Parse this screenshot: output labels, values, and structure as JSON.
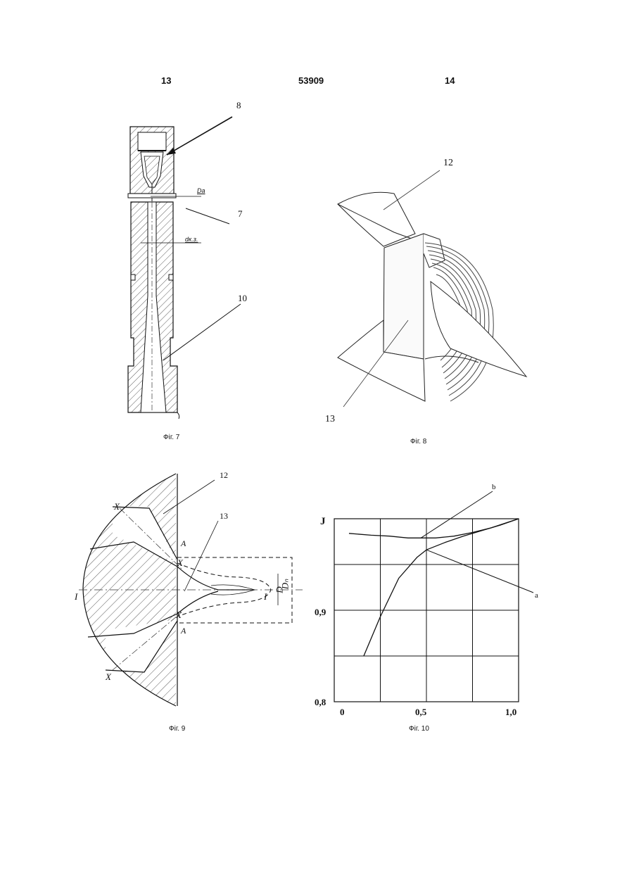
{
  "header": {
    "left_page": "13",
    "patent_number": "53909",
    "right_page": "14"
  },
  "fig7": {
    "caption": "Фіг. 7",
    "labels": {
      "l8": "8",
      "l7": "7",
      "l10": "10",
      "da": "Dа",
      "dkz": "dк.з."
    }
  },
  "fig8": {
    "caption": "Фіг. 8",
    "labels": {
      "l12": "12",
      "l13": "13"
    }
  },
  "fig9": {
    "caption": "Фіг. 9",
    "labels": {
      "l12": "12",
      "l13": "13",
      "x1": "X",
      "x2": "X",
      "x3": "X",
      "x4": "X",
      "a1": "A",
      "a2": "A",
      "i1": "I",
      "i2": "I",
      "d": "D",
      "dn": "Dₙ"
    }
  },
  "fig10": {
    "caption": "Фіг. 10",
    "curve_labels": {
      "a": "a",
      "b": "b"
    },
    "chart_data": {
      "type": "line",
      "ylabel": "J",
      "xlim": [
        0,
        1.0
      ],
      "ylim": [
        0.8,
        1.0
      ],
      "x_ticks": [
        "0",
        "0,5",
        "1,0"
      ],
      "y_ticks": [
        "0,8",
        "0,9"
      ],
      "grid": true,
      "series": [
        {
          "name": "a",
          "x": [
            0.16,
            0.25,
            0.35,
            0.45,
            0.5,
            0.6,
            0.7,
            0.8,
            0.9,
            1.0
          ],
          "y": [
            0.85,
            0.893,
            0.935,
            0.958,
            0.966,
            0.974,
            0.981,
            0.987,
            0.993,
            1.0
          ]
        },
        {
          "name": "b",
          "x": [
            0.08,
            0.2,
            0.3,
            0.4,
            0.47,
            0.55,
            0.65,
            0.75,
            0.85,
            1.0
          ],
          "y": [
            0.984,
            0.982,
            0.981,
            0.979,
            0.979,
            0.979,
            0.981,
            0.985,
            0.99,
            1.0
          ]
        }
      ]
    }
  }
}
